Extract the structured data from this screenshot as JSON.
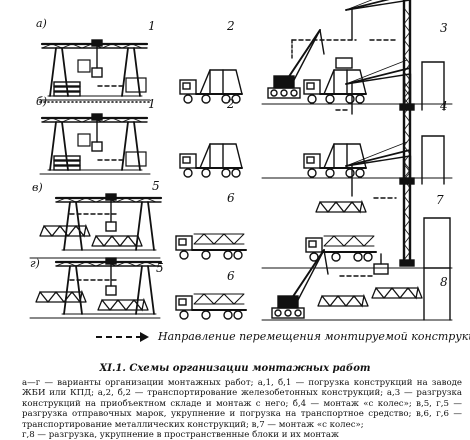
{
  "panels": {
    "row_a": "а)",
    "row_b": "б)",
    "row_v": "в)",
    "row_g": "г)",
    "n1a": "1",
    "n2a": "2",
    "n3a": "3",
    "n1b": "1",
    "n2b": "2",
    "n4b": "4",
    "n5v": "5",
    "n6v": "6",
    "n7v": "7",
    "n5g": "5",
    "n6g": "6",
    "n8g": "8"
  },
  "arrow_caption": "Направление перемещения монтируемой конструкции",
  "figure_title": "XI.1. Схемы организации монтажных работ",
  "legend": [
    "а—г — варианты организации монтажных работ; а,1, б,1 — погрузка конструкций на заводе ЖБИ или КПД; а,2, б,2 — транспортирование железобетонных конструкций; а,3 — разгрузка конструкций на приобъектном складе и монтаж с него; б,4 — монтаж «с колес»; в,5, г,5 — разгрузка отправочных марок, укрупнение и погрузка на транспортное средство; в,6, г,6 — транспортирование металлических конструкций; в,7 — монтаж «с колес»;",
    "г,8 — разгрузка, укрупнение в пространственные блоки и их монтаж"
  ]
}
